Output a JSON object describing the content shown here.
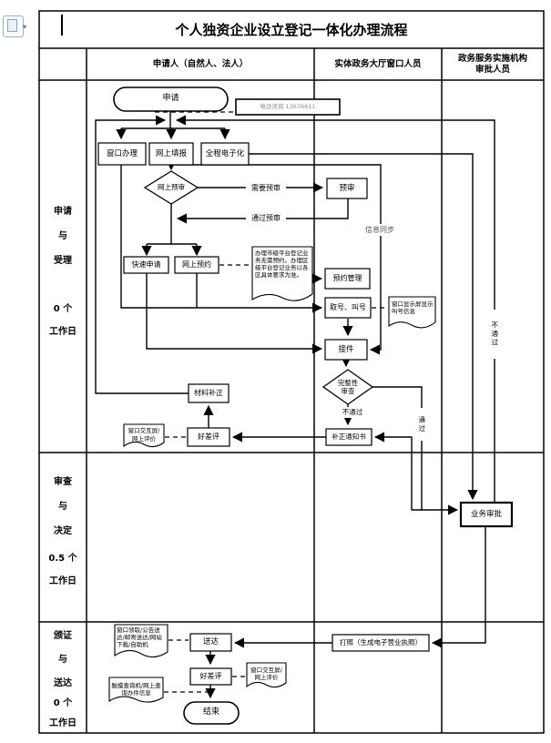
{
  "title": "个人独资企业设立登记一体化办理流程",
  "header": {
    "col_applicant": "申请人（自然人、法人）",
    "col_window": "实体政务大厅窗口人员",
    "col_approver": "政务服务实施机构\n审批人员"
  },
  "phases": [
    {
      "label": "申请\n与\n受理",
      "days": "0 个\n工作日"
    },
    {
      "label": "审查\n与\n决定",
      "days": "0.5 个\n工作日"
    },
    {
      "label": "颁证\n与\n送达",
      "days": "0 个\n工作日"
    }
  ],
  "nodes": {
    "start": "申请",
    "phone_note": "电话咨询 13636611",
    "window_handle": "窗口办理",
    "online_fill": "网上填报",
    "full_electronic": "全程电子化",
    "online_precheck": "网上预审",
    "precheck": "预审",
    "fast_apply": "快速申请",
    "online_booking": "网上预约",
    "booking_note": "办理市级平台登记业务无需预约。办理区级平台登记业务以各区具体要求为准。",
    "booking_mgmt": "预约管理",
    "take_number": "取号、叫号",
    "number_note": "窗口显示屏显示叫号信息",
    "intake": "接件",
    "completeness_check": "完整性\n审查",
    "correction_notice": "补正通知书",
    "material_correction": "材料补正",
    "rating_1": "好差评",
    "rating_note_1": "窗口交互屏/网上评价",
    "approval": "业务审批",
    "print_license": "打照（生成电子营业执照）",
    "delivery": "送达",
    "delivery_note": "窗口领取/公告送达/邮寄送达/网站下载/自助机",
    "rating_2": "好差评",
    "rating_note_2": "窗口交互屏/网上评价",
    "query_note": "触摸查询机/网上查询办件信息",
    "end": "结束"
  },
  "edge_labels": {
    "need_precheck": "需要预审",
    "pass_precheck": "通过预审",
    "info_sync": "信息同步",
    "check_fail": "不通过",
    "check_pass": "通过",
    "approval_fail": "不通过"
  },
  "colors": {
    "line": "#000000",
    "background": "#ffffff",
    "icon_blue": "#7aa7d4"
  }
}
